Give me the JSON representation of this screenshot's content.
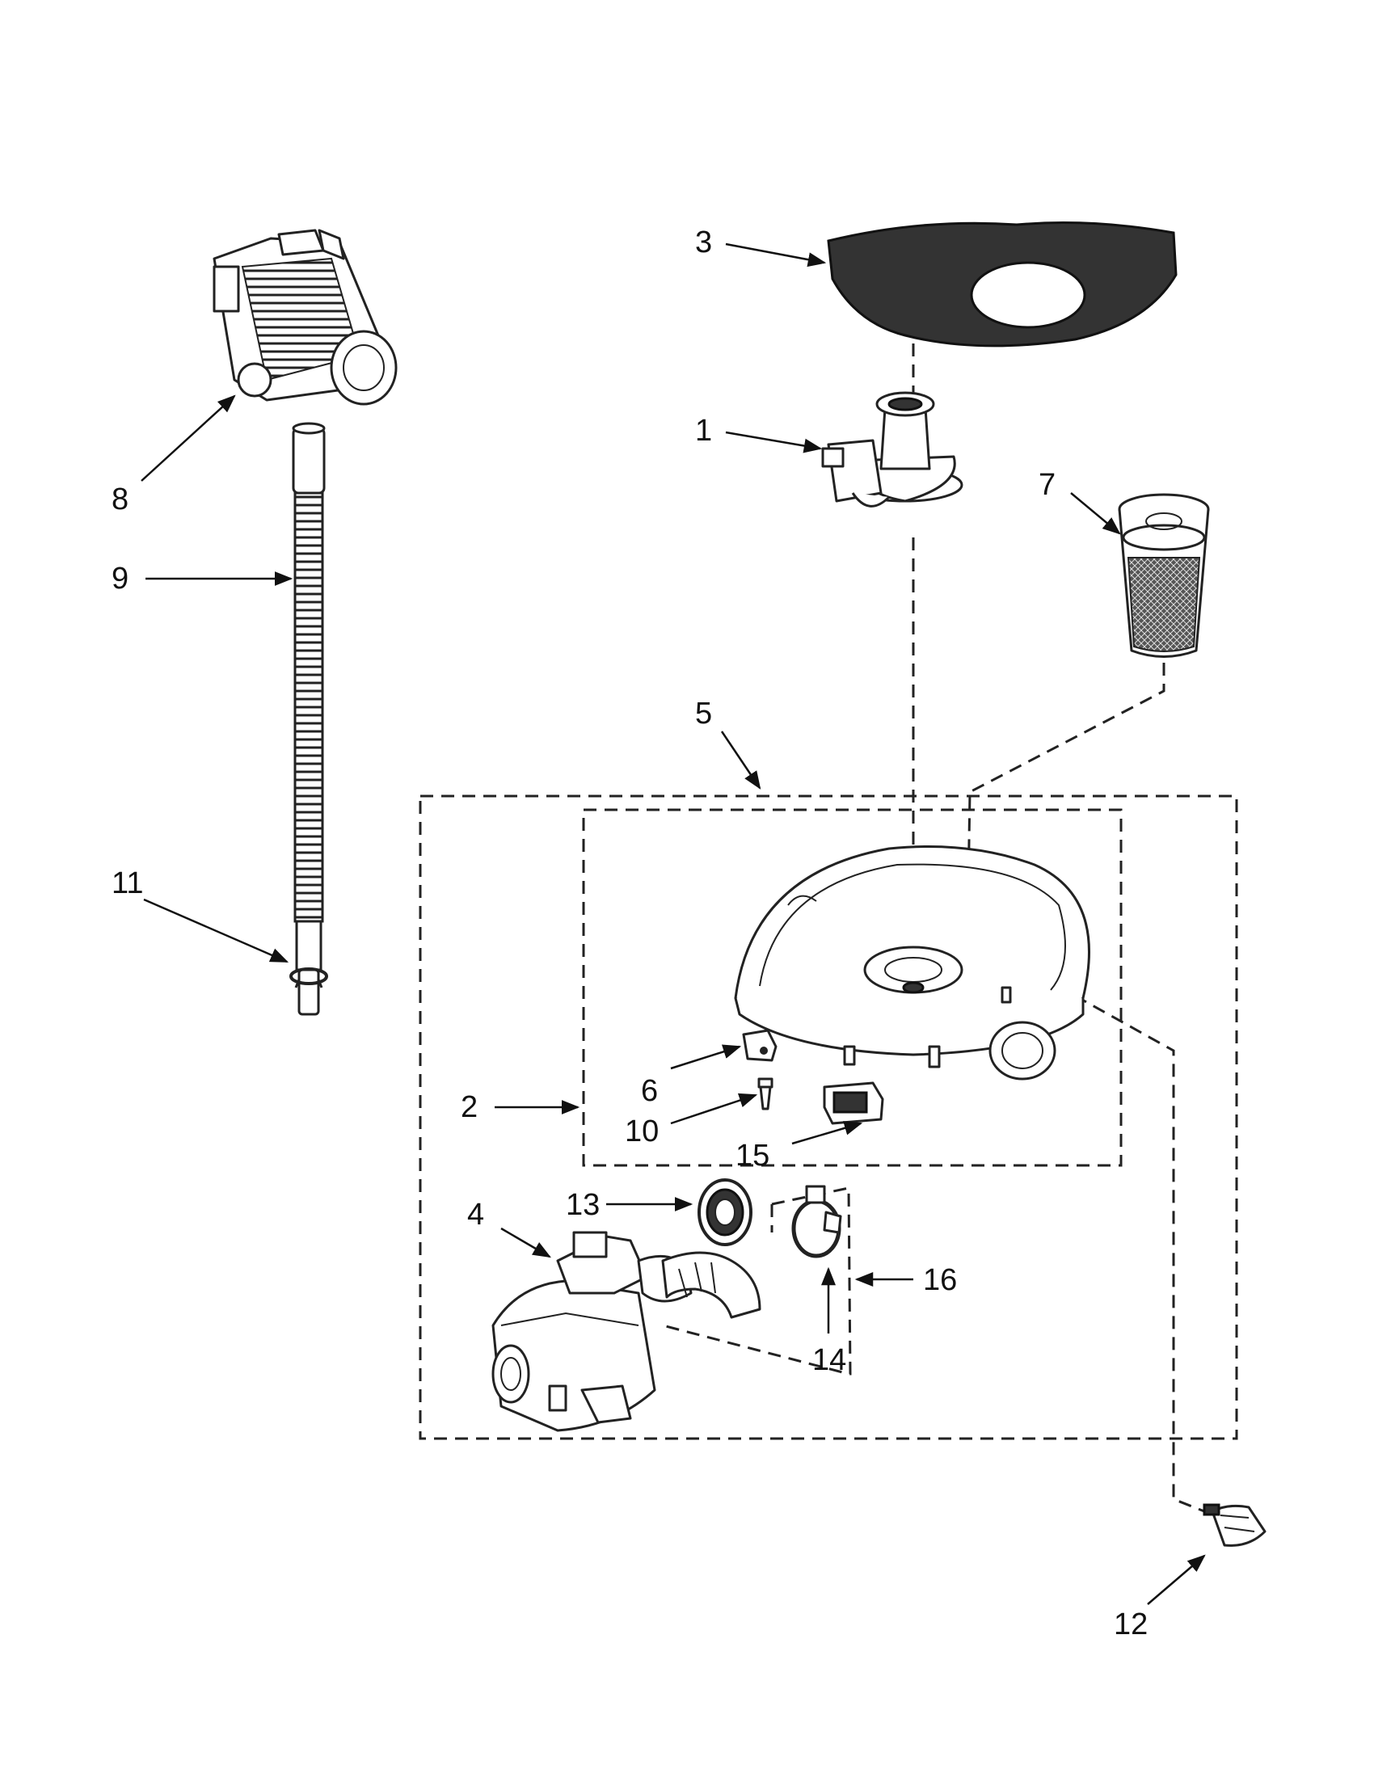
{
  "callouts": {
    "c1": "1",
    "c2": "2",
    "c3": "3",
    "c4": "4",
    "c5": "5",
    "c6": "6",
    "c7": "7",
    "c8": "8",
    "c9": "9",
    "c10": "10",
    "c11": "11",
    "c12": "12",
    "c13": "13",
    "c14": "14",
    "c15": "15",
    "c16": "16"
  },
  "colors": {
    "line": "#222222",
    "background": "#ffffff",
    "dark_fill": "#333333"
  }
}
